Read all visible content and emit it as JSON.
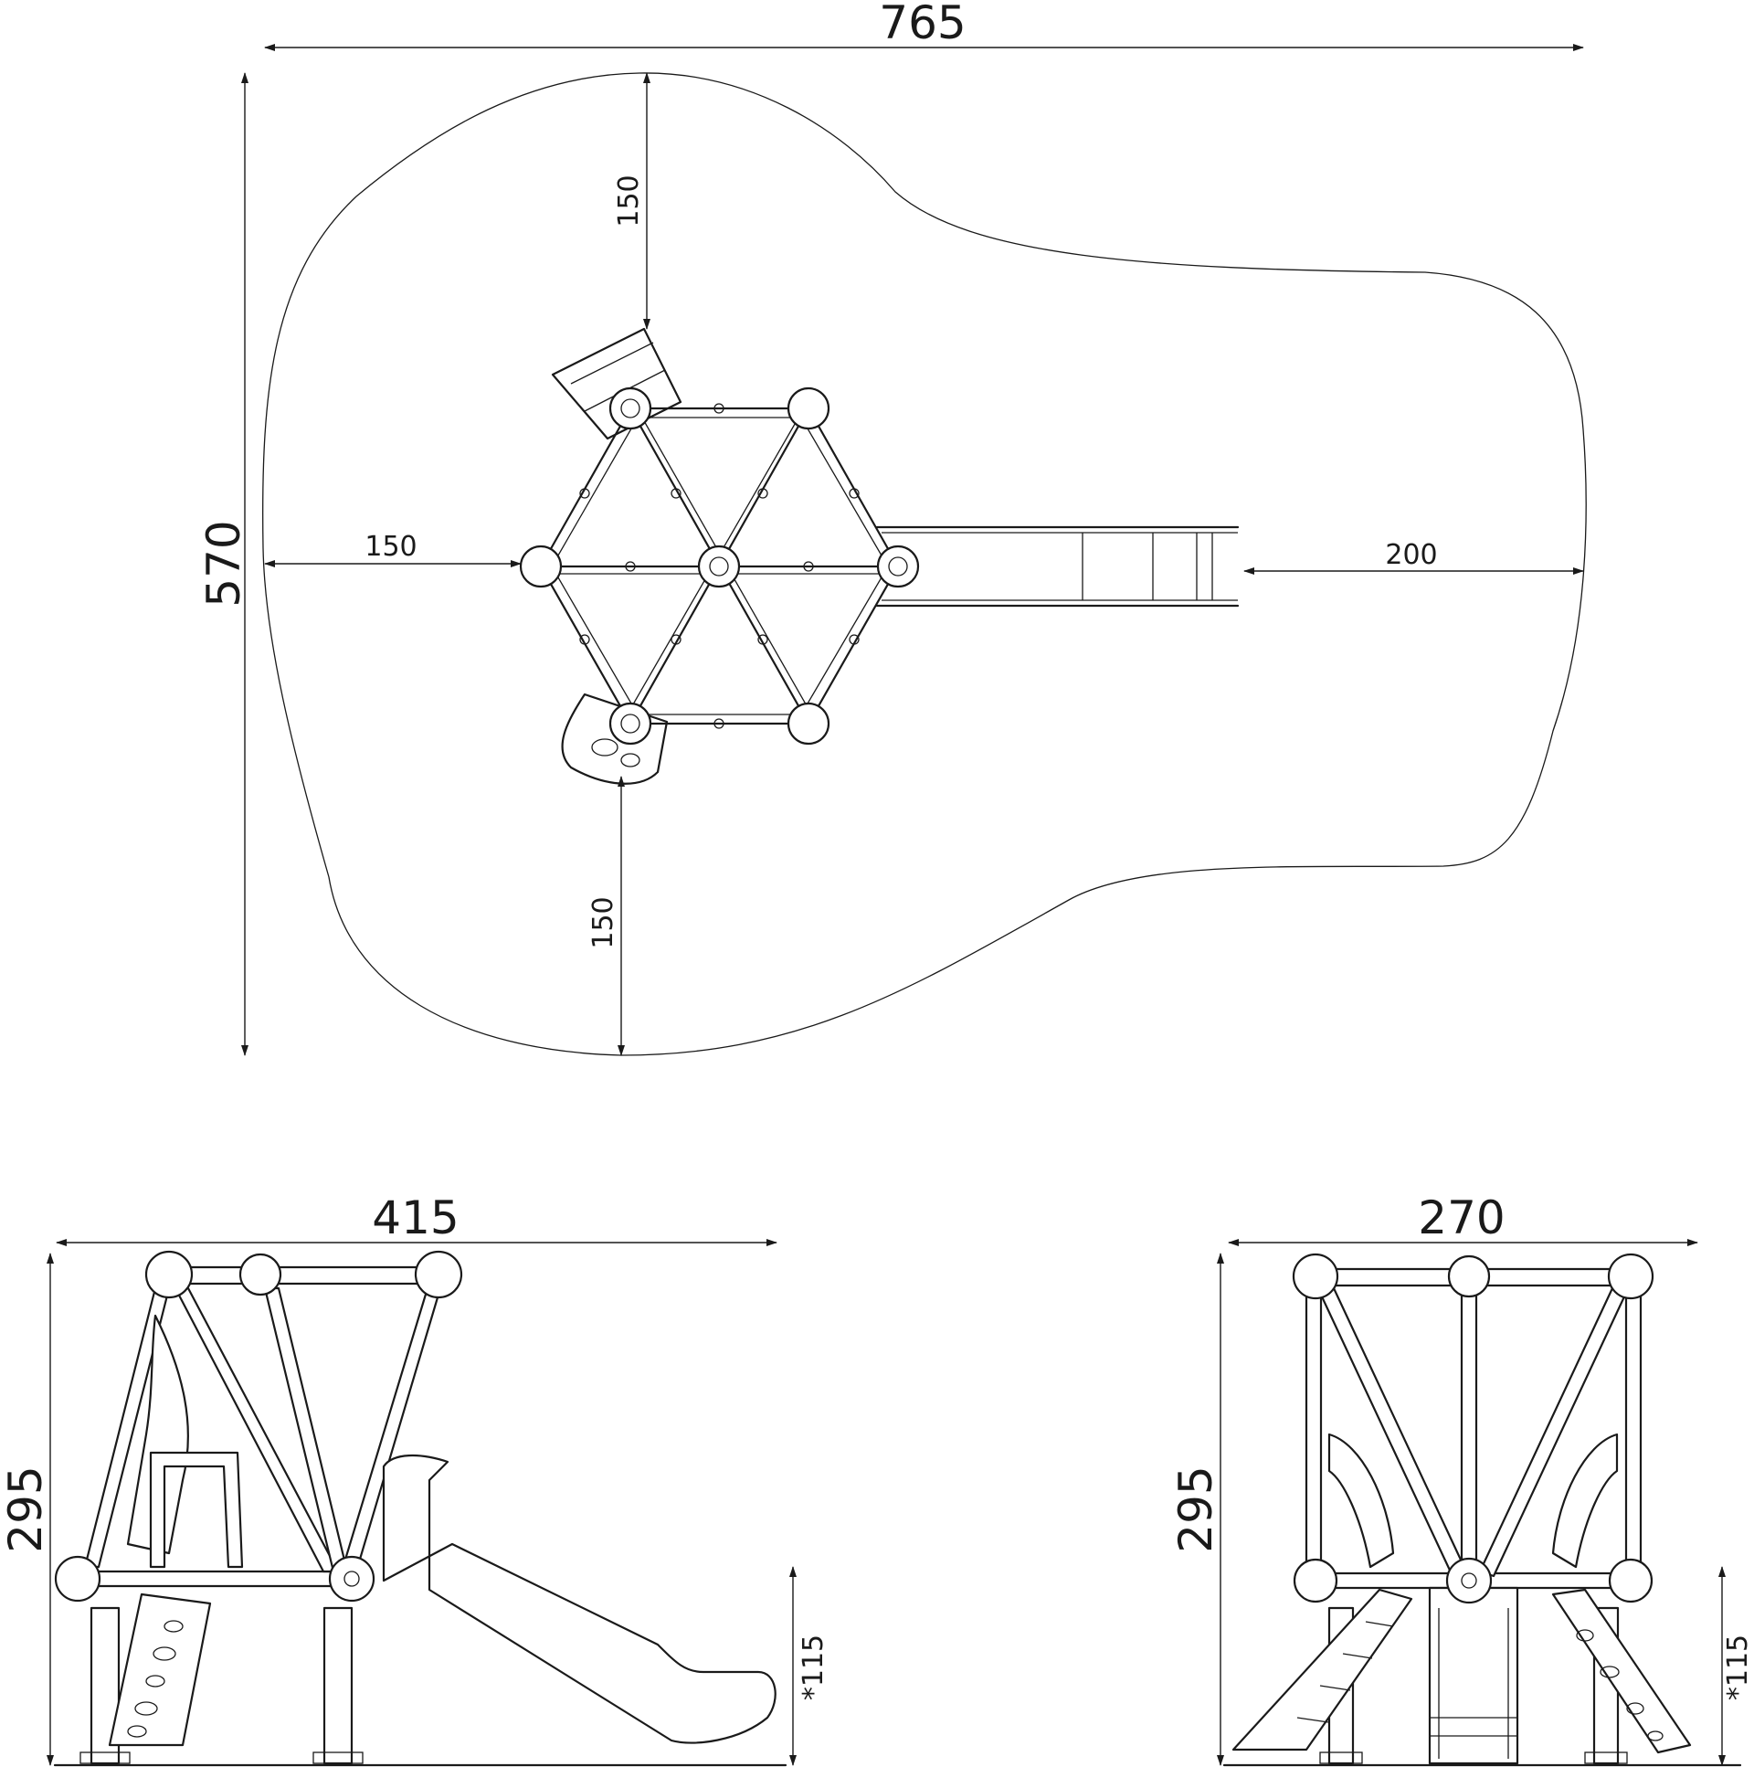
{
  "dimensions": {
    "plan_width": "765",
    "plan_depth": "570",
    "clear_top": "150",
    "clear_left": "150",
    "clear_right": "200",
    "clear_bottom": "150",
    "side_width": "415",
    "side_height": "295",
    "side_slide_height": "*115",
    "front_width": "270",
    "front_height": "295",
    "front_slide_height": "*115"
  },
  "colors": {
    "line": "#1a1a1a",
    "background": "#ffffff"
  }
}
